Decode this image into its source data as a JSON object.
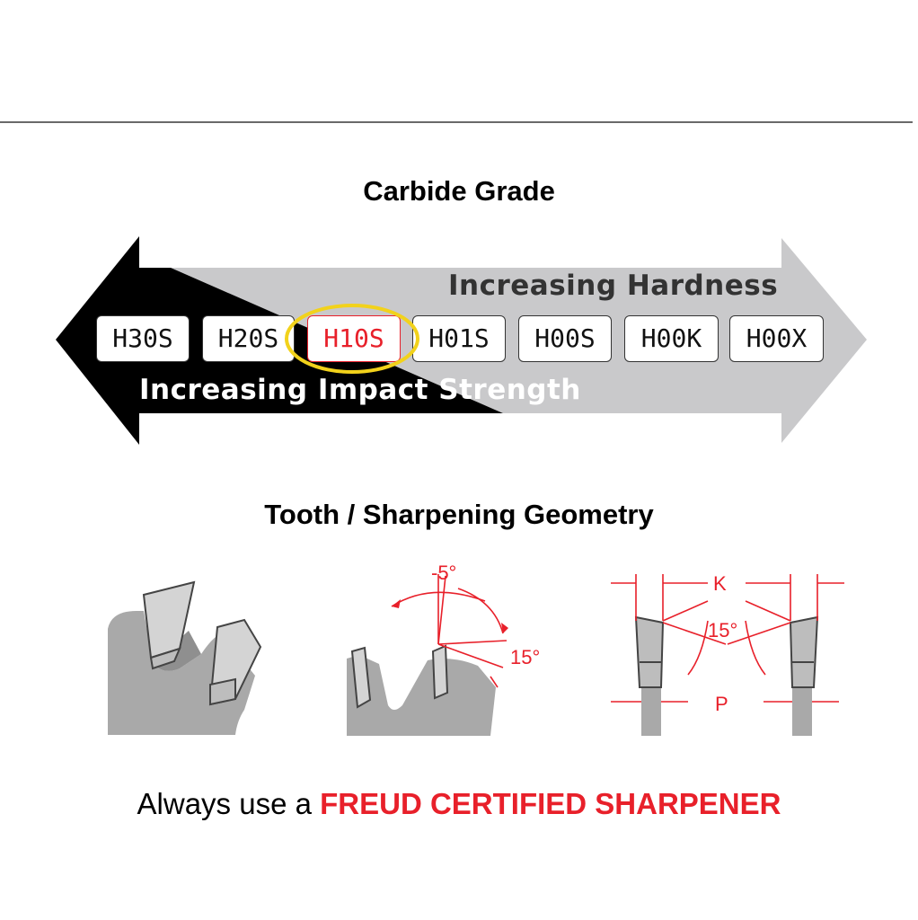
{
  "carbide": {
    "title": "Carbide Grade",
    "hardness_label": "Increasing Hardness",
    "impact_label": "Increasing Impact Strength",
    "grades": [
      "H30S",
      "H20S",
      "H10S",
      "H01S",
      "H00S",
      "H00K",
      "H00X"
    ],
    "selected_grade": "H10S"
  },
  "geometry": {
    "title": "Tooth / Sharpening Geometry",
    "angle_minus5": "-5°",
    "angle_15_right": "15°",
    "angle_15_center": "15°",
    "label_k": "K",
    "label_p": "P"
  },
  "footer": {
    "prefix": "Always use a ",
    "highlight": "FREUD CERTIFIED SHARPENER"
  },
  "colors": {
    "accent": "#e8202a",
    "highlight_ring": "#f2d21b",
    "arrow_light": "#c9c9cb",
    "arrow_dark": "#000000"
  }
}
